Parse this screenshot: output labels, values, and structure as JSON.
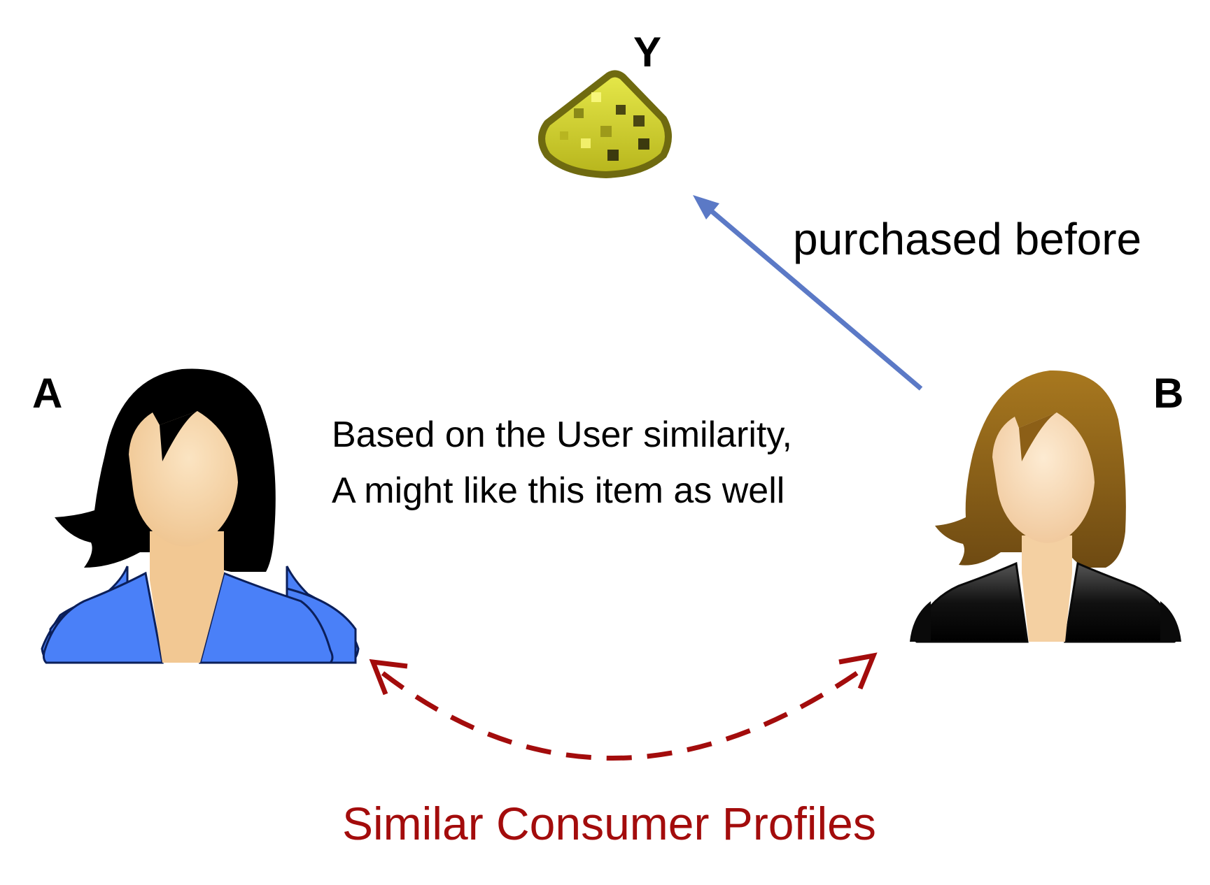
{
  "item": {
    "label": "Y",
    "icon": "cookie-icon"
  },
  "user_a": {
    "label": "A",
    "icon": "woman-black-hair-blue-jacket-icon"
  },
  "user_b": {
    "label": "B",
    "icon": "woman-brown-hair-black-jacket-icon"
  },
  "edges": {
    "purchase": {
      "label": "purchased before",
      "color": "#5b79c6"
    },
    "similarity": {
      "label": "Similar Consumer Profiles",
      "color": "#a30c0c"
    }
  },
  "caption": {
    "line1": "Based on the User similarity,",
    "line2": "A might like this item as well"
  }
}
